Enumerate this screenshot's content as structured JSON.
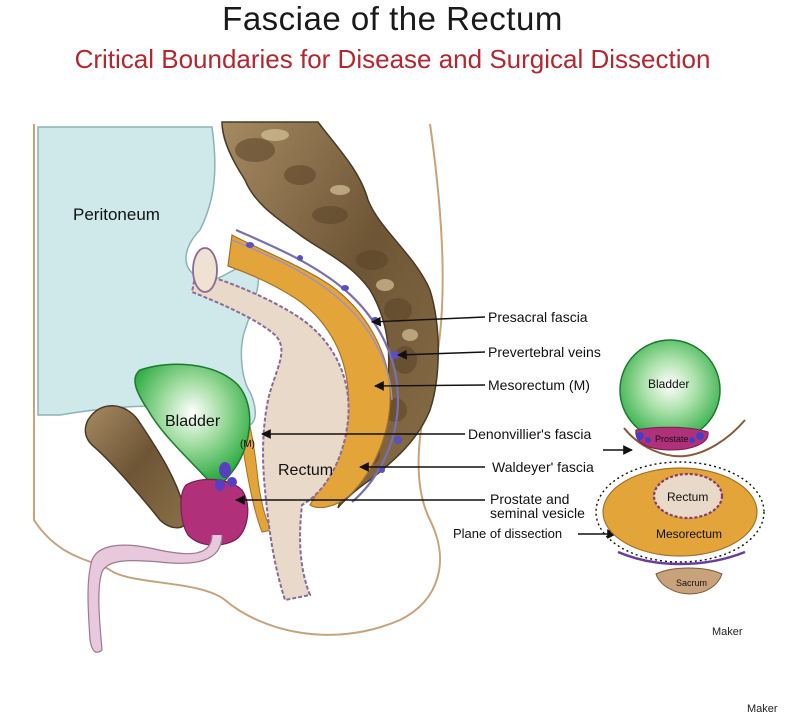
{
  "title": "Fasciae of the Rectum",
  "subtitle": "Critical Boundaries for Disease and Surgical Dissection",
  "colors": {
    "title": "#1a1a1a",
    "subtitle": "#b5262e",
    "peritoneum": "#cfe8ea",
    "bladder": "#33b34a",
    "rectum": "#e8d8c8",
    "mesorectum": "#e3a43a",
    "prostate": "#b0307a",
    "fascia": "#7a6fb0",
    "bone": "#7a6040"
  },
  "sagittal_labels": {
    "peritoneum": "Peritoneum",
    "bladder": "Bladder",
    "rectum": "Rectum",
    "m_marker": "(M)"
  },
  "callouts": {
    "presacral": "Presacral fascia",
    "prevertebral": "Prevertebral veins",
    "mesorectum": "Mesorectum (M)",
    "denonvillier": "Denonvillier's fascia",
    "waldeyer": "Waldeyer' fascia",
    "prostate_line1": "Prostate and",
    "prostate_line2": "seminal vesicle",
    "plane": "Plane of dissection"
  },
  "cross_section": {
    "bladder": "Bladder",
    "prostate": "Prostate",
    "rectum": "Rectum",
    "mesorectum": "Mesorectum",
    "sacrum": "Sacrum"
  },
  "credits": {
    "inner": "Maker",
    "corner": "Maker"
  }
}
